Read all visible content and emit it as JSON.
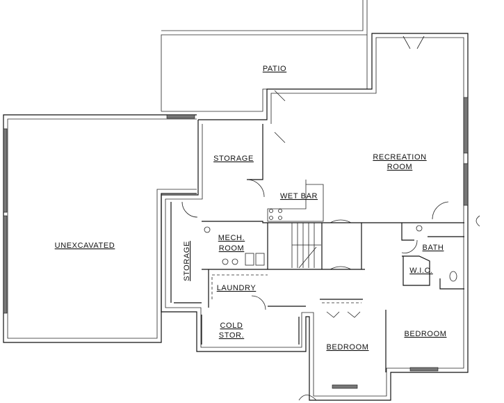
{
  "rooms": {
    "patio": "PATIO",
    "storage_top": "STORAGE",
    "recreation_1": "RECREATION",
    "recreation_2": "ROOM",
    "wet_bar": "WET BAR",
    "unexcavated": "UNEXCAVATED",
    "mech_1": "MECH.",
    "mech_2": "ROOM",
    "storage_side": "STORAGE",
    "laundry": "LAUNDRY",
    "bath": "BATH",
    "wic": "W.I.C.",
    "cold_1": "COLD",
    "cold_2": "STOR.",
    "bedroom_left": "BEDROOM",
    "bedroom_right": "BEDROOM"
  }
}
